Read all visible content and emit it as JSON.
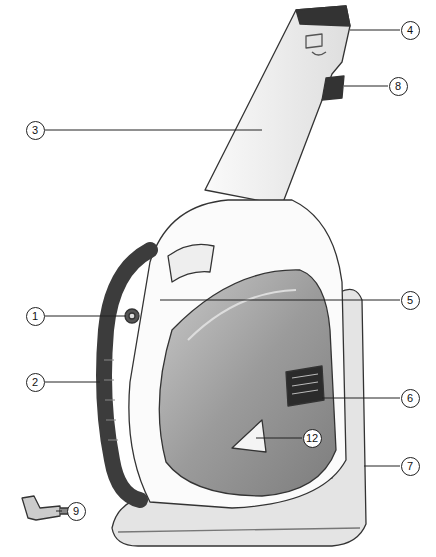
{
  "diagram": {
    "labels": [
      "4",
      "8",
      "3",
      "1",
      "5",
      "2",
      "6",
      "12",
      "7",
      "9"
    ]
  }
}
